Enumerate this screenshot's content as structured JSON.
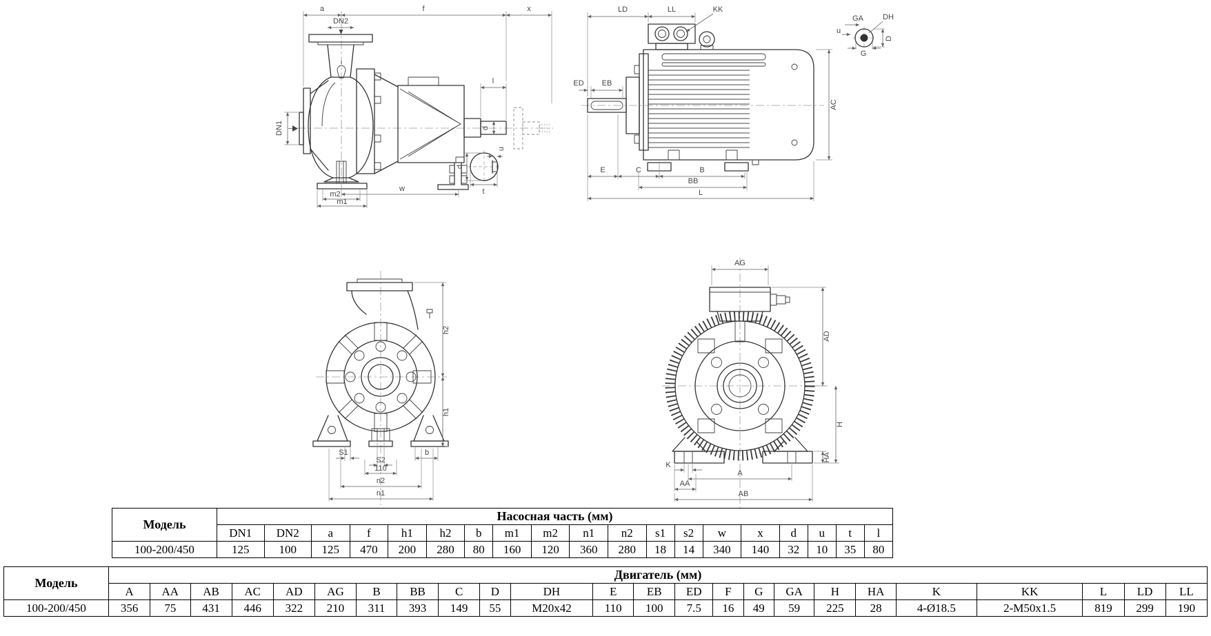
{
  "pump_side": {
    "labels": {
      "a": "a",
      "dn2": "DN2",
      "f": "f",
      "x": "x",
      "l": "l",
      "d_shaft": "d",
      "dn1": "DN1",
      "w": "w",
      "m2": "m2",
      "m1": "m1",
      "d_section": "d",
      "u": "u",
      "t": "t"
    }
  },
  "motor_side": {
    "labels": {
      "ld": "LD",
      "ll": "LL",
      "kk": "KK",
      "ed": "ED",
      "eb": "EB",
      "e": "E",
      "c": "C",
      "b": "B",
      "bb": "BB",
      "l": "L",
      "ac": "AC",
      "ga": "GA",
      "dh": "DH",
      "u": "u",
      "d": "D",
      "g": "G"
    }
  },
  "pump_front": {
    "labels": {
      "h2": "h2",
      "h1": "h1",
      "s1": "S1",
      "s2": "S2",
      "dim110": "110",
      "b": "b",
      "n2": "n2",
      "n1": "n1"
    }
  },
  "motor_front": {
    "labels": {
      "ag": "AG",
      "ad": "AD",
      "h": "H",
      "ha": "HA",
      "k": "K",
      "a": "A",
      "aa": "AA",
      "ab": "AB"
    }
  },
  "tables": {
    "pump": {
      "model_header": "Модель",
      "group_header": "Насосная часть (мм)",
      "columns": [
        "DN1",
        "DN2",
        "a",
        "f",
        "h1",
        "h2",
        "b",
        "m1",
        "m2",
        "n1",
        "n2",
        "s1",
        "s2",
        "w",
        "x",
        "d",
        "u",
        "t",
        "l"
      ],
      "row_model": "100-200/450",
      "row_values": [
        "125",
        "100",
        "125",
        "470",
        "200",
        "280",
        "80",
        "160",
        "120",
        "360",
        "280",
        "18",
        "14",
        "340",
        "140",
        "32",
        "10",
        "35",
        "80"
      ]
    },
    "motor": {
      "model_header": "Модель",
      "group_header": "Двигатель (мм)",
      "columns": [
        "A",
        "AA",
        "AB",
        "AC",
        "AD",
        "AG",
        "B",
        "BB",
        "C",
        "D",
        "DH",
        "E",
        "EB",
        "ED",
        "F",
        "G",
        "GA",
        "H",
        "HA",
        "K",
        "KK",
        "L",
        "LD",
        "LL"
      ],
      "row_model": "100-200/450",
      "row_values": [
        "356",
        "75",
        "431",
        "446",
        "322",
        "210",
        "311",
        "393",
        "149",
        "55",
        "M20x42",
        "110",
        "100",
        "7.5",
        "16",
        "49",
        "59",
        "225",
        "28",
        "4-Ø18.5",
        "2-M50x1.5",
        "819",
        "299",
        "190"
      ]
    }
  }
}
